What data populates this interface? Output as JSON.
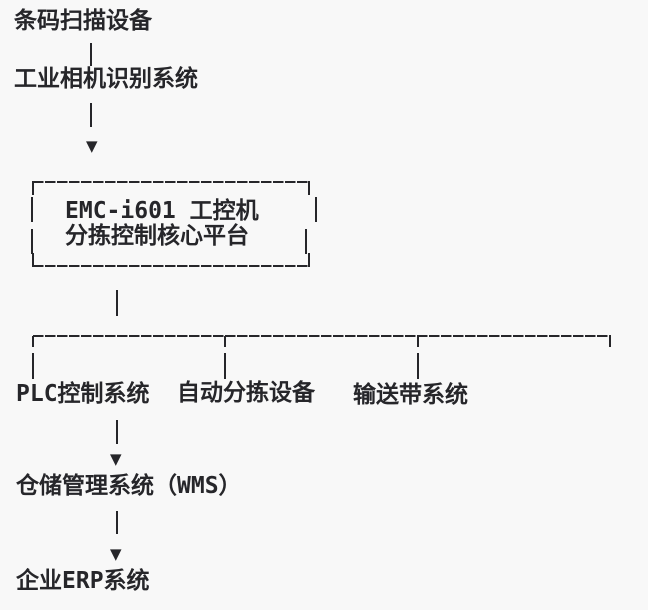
{
  "colors": {
    "background": "#f8f8f8",
    "ink": "#26262a"
  },
  "icons": {
    "down_arrow": "▼"
  },
  "flow": {
    "sources": [
      "条码扫描设备",
      "工业相机识别系统"
    ],
    "core_box": [
      "EMC-i601 工控机",
      "分拣控制核心平台"
    ],
    "branches": [
      "PLC控制系统",
      "自动分拣设备",
      "输送带系统"
    ],
    "downstream": [
      "仓储管理系统（WMS）",
      "企业ERP系统"
    ]
  }
}
